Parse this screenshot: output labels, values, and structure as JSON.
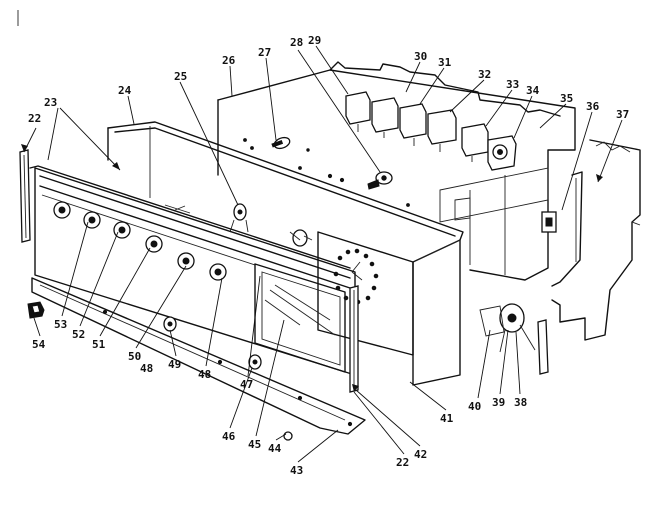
{
  "diagram": {
    "part_labels": [
      {
        "id": "p22a",
        "text": "22"
      },
      {
        "id": "p23",
        "text": "23"
      },
      {
        "id": "p24",
        "text": "24"
      },
      {
        "id": "p25",
        "text": "25"
      },
      {
        "id": "p26",
        "text": "26"
      },
      {
        "id": "p27",
        "text": "27"
      },
      {
        "id": "p28",
        "text": "28"
      },
      {
        "id": "p29",
        "text": "29"
      },
      {
        "id": "p30",
        "text": "30"
      },
      {
        "id": "p31",
        "text": "31"
      },
      {
        "id": "p32",
        "text": "32"
      },
      {
        "id": "p33",
        "text": "33"
      },
      {
        "id": "p34",
        "text": "34"
      },
      {
        "id": "p35",
        "text": "35"
      },
      {
        "id": "p36",
        "text": "36"
      },
      {
        "id": "p37",
        "text": "37"
      },
      {
        "id": "p38",
        "text": "38"
      },
      {
        "id": "p39",
        "text": "39"
      },
      {
        "id": "p40",
        "text": "40"
      },
      {
        "id": "p41",
        "text": "41"
      },
      {
        "id": "p42",
        "text": "42"
      },
      {
        "id": "p22b",
        "text": "22"
      },
      {
        "id": "p43",
        "text": "43"
      },
      {
        "id": "p44",
        "text": "44"
      },
      {
        "id": "p45",
        "text": "45"
      },
      {
        "id": "p46",
        "text": "46"
      },
      {
        "id": "p47",
        "text": "47"
      },
      {
        "id": "p48a",
        "text": "48"
      },
      {
        "id": "p49",
        "text": "49"
      },
      {
        "id": "p50",
        "text": "50"
      },
      {
        "id": "p51",
        "text": "51"
      },
      {
        "id": "p52",
        "text": "52"
      },
      {
        "id": "p53",
        "text": "53"
      },
      {
        "id": "p54",
        "text": "54"
      },
      {
        "id": "p48b",
        "text": "48"
      }
    ]
  }
}
